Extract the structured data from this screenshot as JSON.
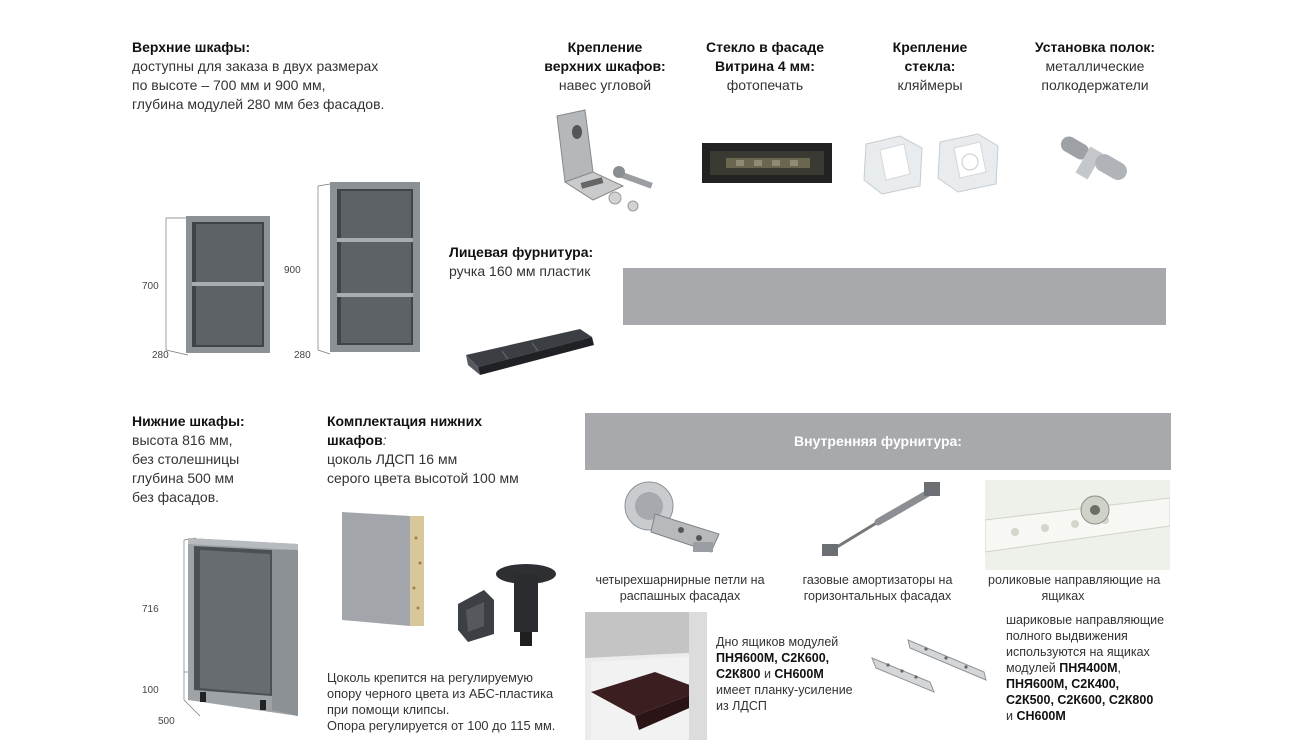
{
  "upper": {
    "title": "Верхние шкафы:",
    "lines": [
      "доступны для заказа в двух размерах",
      "по высоте – 700 мм и 900 мм,",
      "глубина модулей 280 мм без фасадов."
    ],
    "dim_700": "700",
    "dim_900": "900",
    "dim_280a": "280",
    "dim_280b": "280"
  },
  "mount": {
    "title1": "Крепление",
    "title2": "верхних шкафов:",
    "text": "навес угловой"
  },
  "glass": {
    "title1": "Стекло в фасаде",
    "title2": "Витрина 4 мм:",
    "text": "фотопечать"
  },
  "glassmount": {
    "title1": "Крепление",
    "title2": "стекла:",
    "text": "кляймеры"
  },
  "shelves": {
    "title": "Установка полок:",
    "text1": "металлические",
    "text2": "полкодержатели"
  },
  "front": {
    "title": "Лицевая фурнитура:",
    "text": "ручка 160 мм пластик"
  },
  "lower": {
    "title": "Нижние шкафы:",
    "lines": [
      "высота 816 мм,",
      "без столешницы",
      "глубина 500 мм",
      "без фасадов."
    ],
    "dim_716": "716",
    "dim_100": "100",
    "dim_500": "500"
  },
  "kit": {
    "title1": "Комплектация нижних",
    "title2": "шкафов",
    "colon": ":",
    "lines": [
      "цоколь ЛДСП 16 мм",
      "серого цвета высотой 100 мм"
    ],
    "note": [
      "Цоколь крепится на регулируемую",
      "опору черного цвета из АБС-пластика",
      "при помощи клипсы.",
      "Опора регулируется от 100 до 115 мм."
    ]
  },
  "inner": {
    "banner": "Внутренняя фурнитура:",
    "hinges": [
      "четырехшарнирные петли на",
      "распашных фасадах"
    ],
    "gas": [
      "газовые амортизаторы на",
      "горизонтальных фасадах"
    ],
    "rollers": [
      "роликовые направляющие на",
      "ящиках"
    ],
    "drawer_bottom": {
      "l1": "Дно ящиков модулей",
      "l2": "ПНЯ600М, С2К600,",
      "l3a": "С2К800",
      "l3b": " и ",
      "l3c": "СН600М",
      "l4": "имеет планку-усиление",
      "l5": "из ЛДСП"
    },
    "ball": {
      "l1": "шариковые направляющие",
      "l2": "полного выдвижения",
      "l3": "используются на ящиках",
      "l4a": "модулей ",
      "l4b": "ПНЯ400М",
      "l5": "ПНЯ600М, С2К400,",
      "l6": "С2К500, С2К600, С2К800",
      "l7a": "и ",
      "l7b": "СН600М"
    }
  },
  "colors": {
    "banner": "#a7a9ac",
    "cabinet": "#8c9196",
    "cabinet_dark": "#6f7479"
  }
}
